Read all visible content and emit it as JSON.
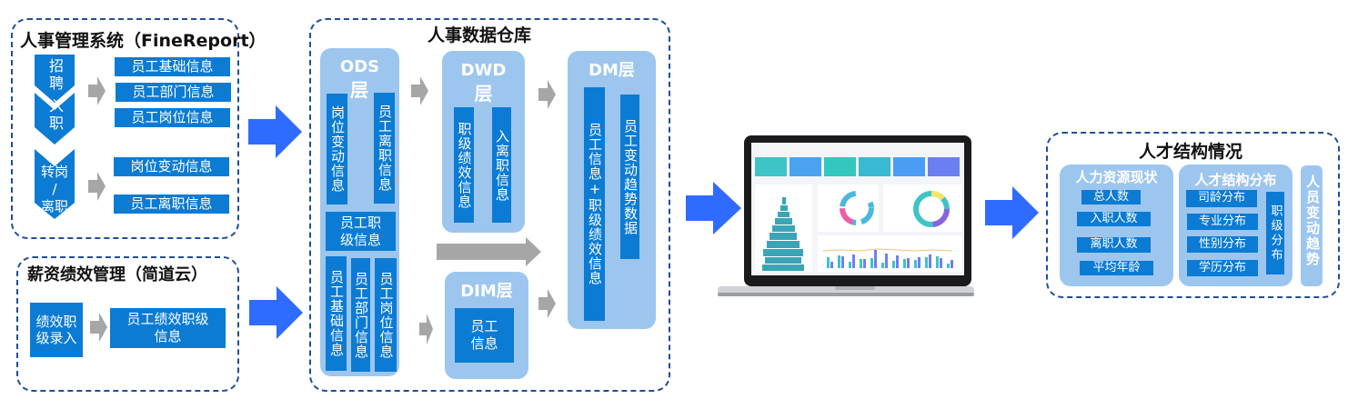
{
  "hr_system": {
    "title": "人事管理系统（FineReport）",
    "stages": [
      {
        "label": "招聘"
      },
      {
        "label": "入职"
      },
      {
        "label_lines": [
          "转岗",
          "/",
          "离职"
        ]
      }
    ],
    "outputs": [
      "员工基础信息",
      "员工部门信息",
      "员工岗位信息",
      "岗位变动信息",
      "员工离职信息"
    ]
  },
  "payroll_system": {
    "title": "薪资绩效管理（简道云）",
    "input": "绩效职级录入",
    "output": "员工绩效职级信息"
  },
  "warehouse": {
    "title": "人事数据仓库",
    "ods": {
      "title": "ODS",
      "subtitle": "层",
      "items": [
        "岗位变动信息",
        "员工离职信息",
        "员工职级信息",
        "员工基础信息",
        "员工部门信息",
        "员工岗位信息"
      ]
    },
    "dwd": {
      "title": "DWD",
      "subtitle": "层",
      "items": [
        "职级绩效信息",
        "入离职信息"
      ]
    },
    "dim": {
      "title": "DIM层",
      "items": [
        "员工信息"
      ]
    },
    "dm": {
      "title": "DM层",
      "items": [
        "员工信息+职级绩效信息",
        "员工变动趋势数据"
      ]
    }
  },
  "talent": {
    "title": "人才结构情况",
    "hr_status": {
      "title": "人力资源现状",
      "items": [
        "总人数",
        "入职人数",
        "离职人数",
        "平均年龄"
      ]
    },
    "structure": {
      "title": "人才结构分布",
      "items": [
        "司龄分布",
        "专业分布",
        "性别分布",
        "学历分布"
      ],
      "side": "职级分布"
    },
    "trend": {
      "title": "人员变动趋势"
    }
  },
  "colors": {
    "box_blue": "#0b7bd4",
    "panel_blue": "#9dc6ef",
    "arrow_blue": "#2f6bff",
    "arrow_gray": "#a6a6a6",
    "border": "#1f4e9a"
  }
}
